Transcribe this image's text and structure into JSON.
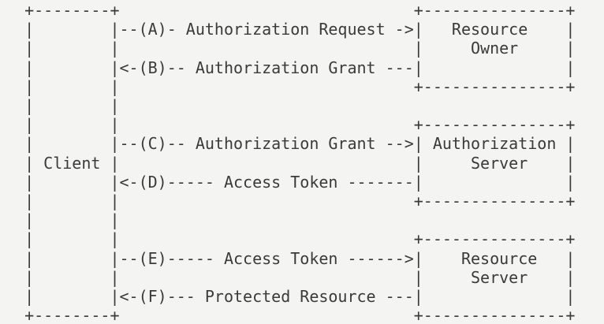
{
  "diagram": {
    "kind": "ascii-protocol-flow",
    "ascii": "  +--------+                               +---------------+\n  |        |--(A)- Authorization Request ->|   Resource    |\n  |        |                               |     Owner     |\n  |        |<-(B)-- Authorization Grant ---|               |\n  |        |                               +---------------+\n  |        |\n  |        |                               +---------------+\n  |        |--(C)-- Authorization Grant -->| Authorization |\n  | Client |                               |     Server    |\n  |        |<-(D)----- Access Token -------|               |\n  |        |                               +---------------+\n  |        |\n  |        |                               +---------------+\n  |        |--(E)----- Access Token ------>|    Resource   |\n  |        |                               |     Server    |\n  |        |<-(F)--- Protected Resource ---|               |\n  +--------+                               +---------------+",
    "entities": {
      "client": "Client",
      "resource_owner": "Resource Owner",
      "authorization_server": "Authorization Server",
      "resource_server": "Resource Server"
    },
    "flows": [
      {
        "step": "A",
        "from": "Client",
        "to": "Resource Owner",
        "label": "Authorization Request"
      },
      {
        "step": "B",
        "from": "Resource Owner",
        "to": "Client",
        "label": "Authorization Grant"
      },
      {
        "step": "C",
        "from": "Client",
        "to": "Authorization Server",
        "label": "Authorization Grant"
      },
      {
        "step": "D",
        "from": "Authorization Server",
        "to": "Client",
        "label": "Access Token"
      },
      {
        "step": "E",
        "from": "Client",
        "to": "Resource Server",
        "label": "Access Token"
      },
      {
        "step": "F",
        "from": "Resource Server",
        "to": "Client",
        "label": "Protected Resource"
      }
    ],
    "colors": {
      "background": "#f4f4f2",
      "text": "#3a3a38"
    }
  }
}
